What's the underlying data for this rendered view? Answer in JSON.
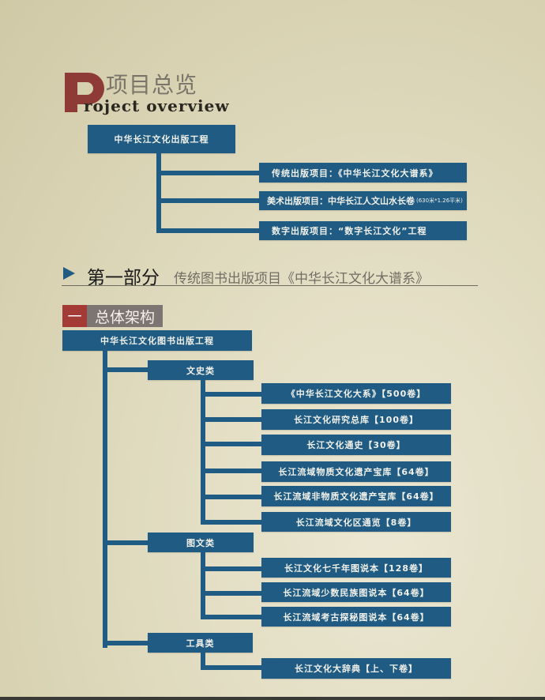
{
  "header": {
    "logo_letter": "P",
    "title_cn": "项目总览",
    "title_en": "roject overview"
  },
  "overview": {
    "root": "中华长江文化出版工程",
    "children": [
      "传统出版项目：《中华长江文化大谱系》",
      "美术出版项目：中华长江人文山水长卷",
      "数字出版项目：“数字长江文化”工程"
    ],
    "child2_note": "(630米*1.26平米)"
  },
  "section": {
    "part": "第一部分",
    "subtitle": "传统图书出版项目《中华长江文化大谱系》"
  },
  "badge": {
    "number": "一",
    "label": "总体架构"
  },
  "tree": {
    "root": "中华长江文化图书出版工程",
    "categories": [
      {
        "name": "文史类",
        "items": [
          "《中华长江文化大系》【500卷】",
          "长江文化研究总库【100卷】",
          "长江文化通史【30卷】",
          "长江流域物质文化遗产宝库【64卷】",
          "长江流域非物质文化遗产宝库【64卷】",
          "长江流域文化区通览【8卷】"
        ]
      },
      {
        "name": "图文类",
        "items": [
          "长江文化七千年图说本【128卷】",
          "长江流域少数民族图说本【64卷】",
          "长江流域考古探秘图说本【64卷】"
        ]
      },
      {
        "name": "工具类",
        "items": [
          "长江文化大辞典【上、下卷】"
        ]
      }
    ]
  },
  "colors": {
    "box": "#1f5b82",
    "red": "#a33a35",
    "gray": "#7d7571"
  }
}
